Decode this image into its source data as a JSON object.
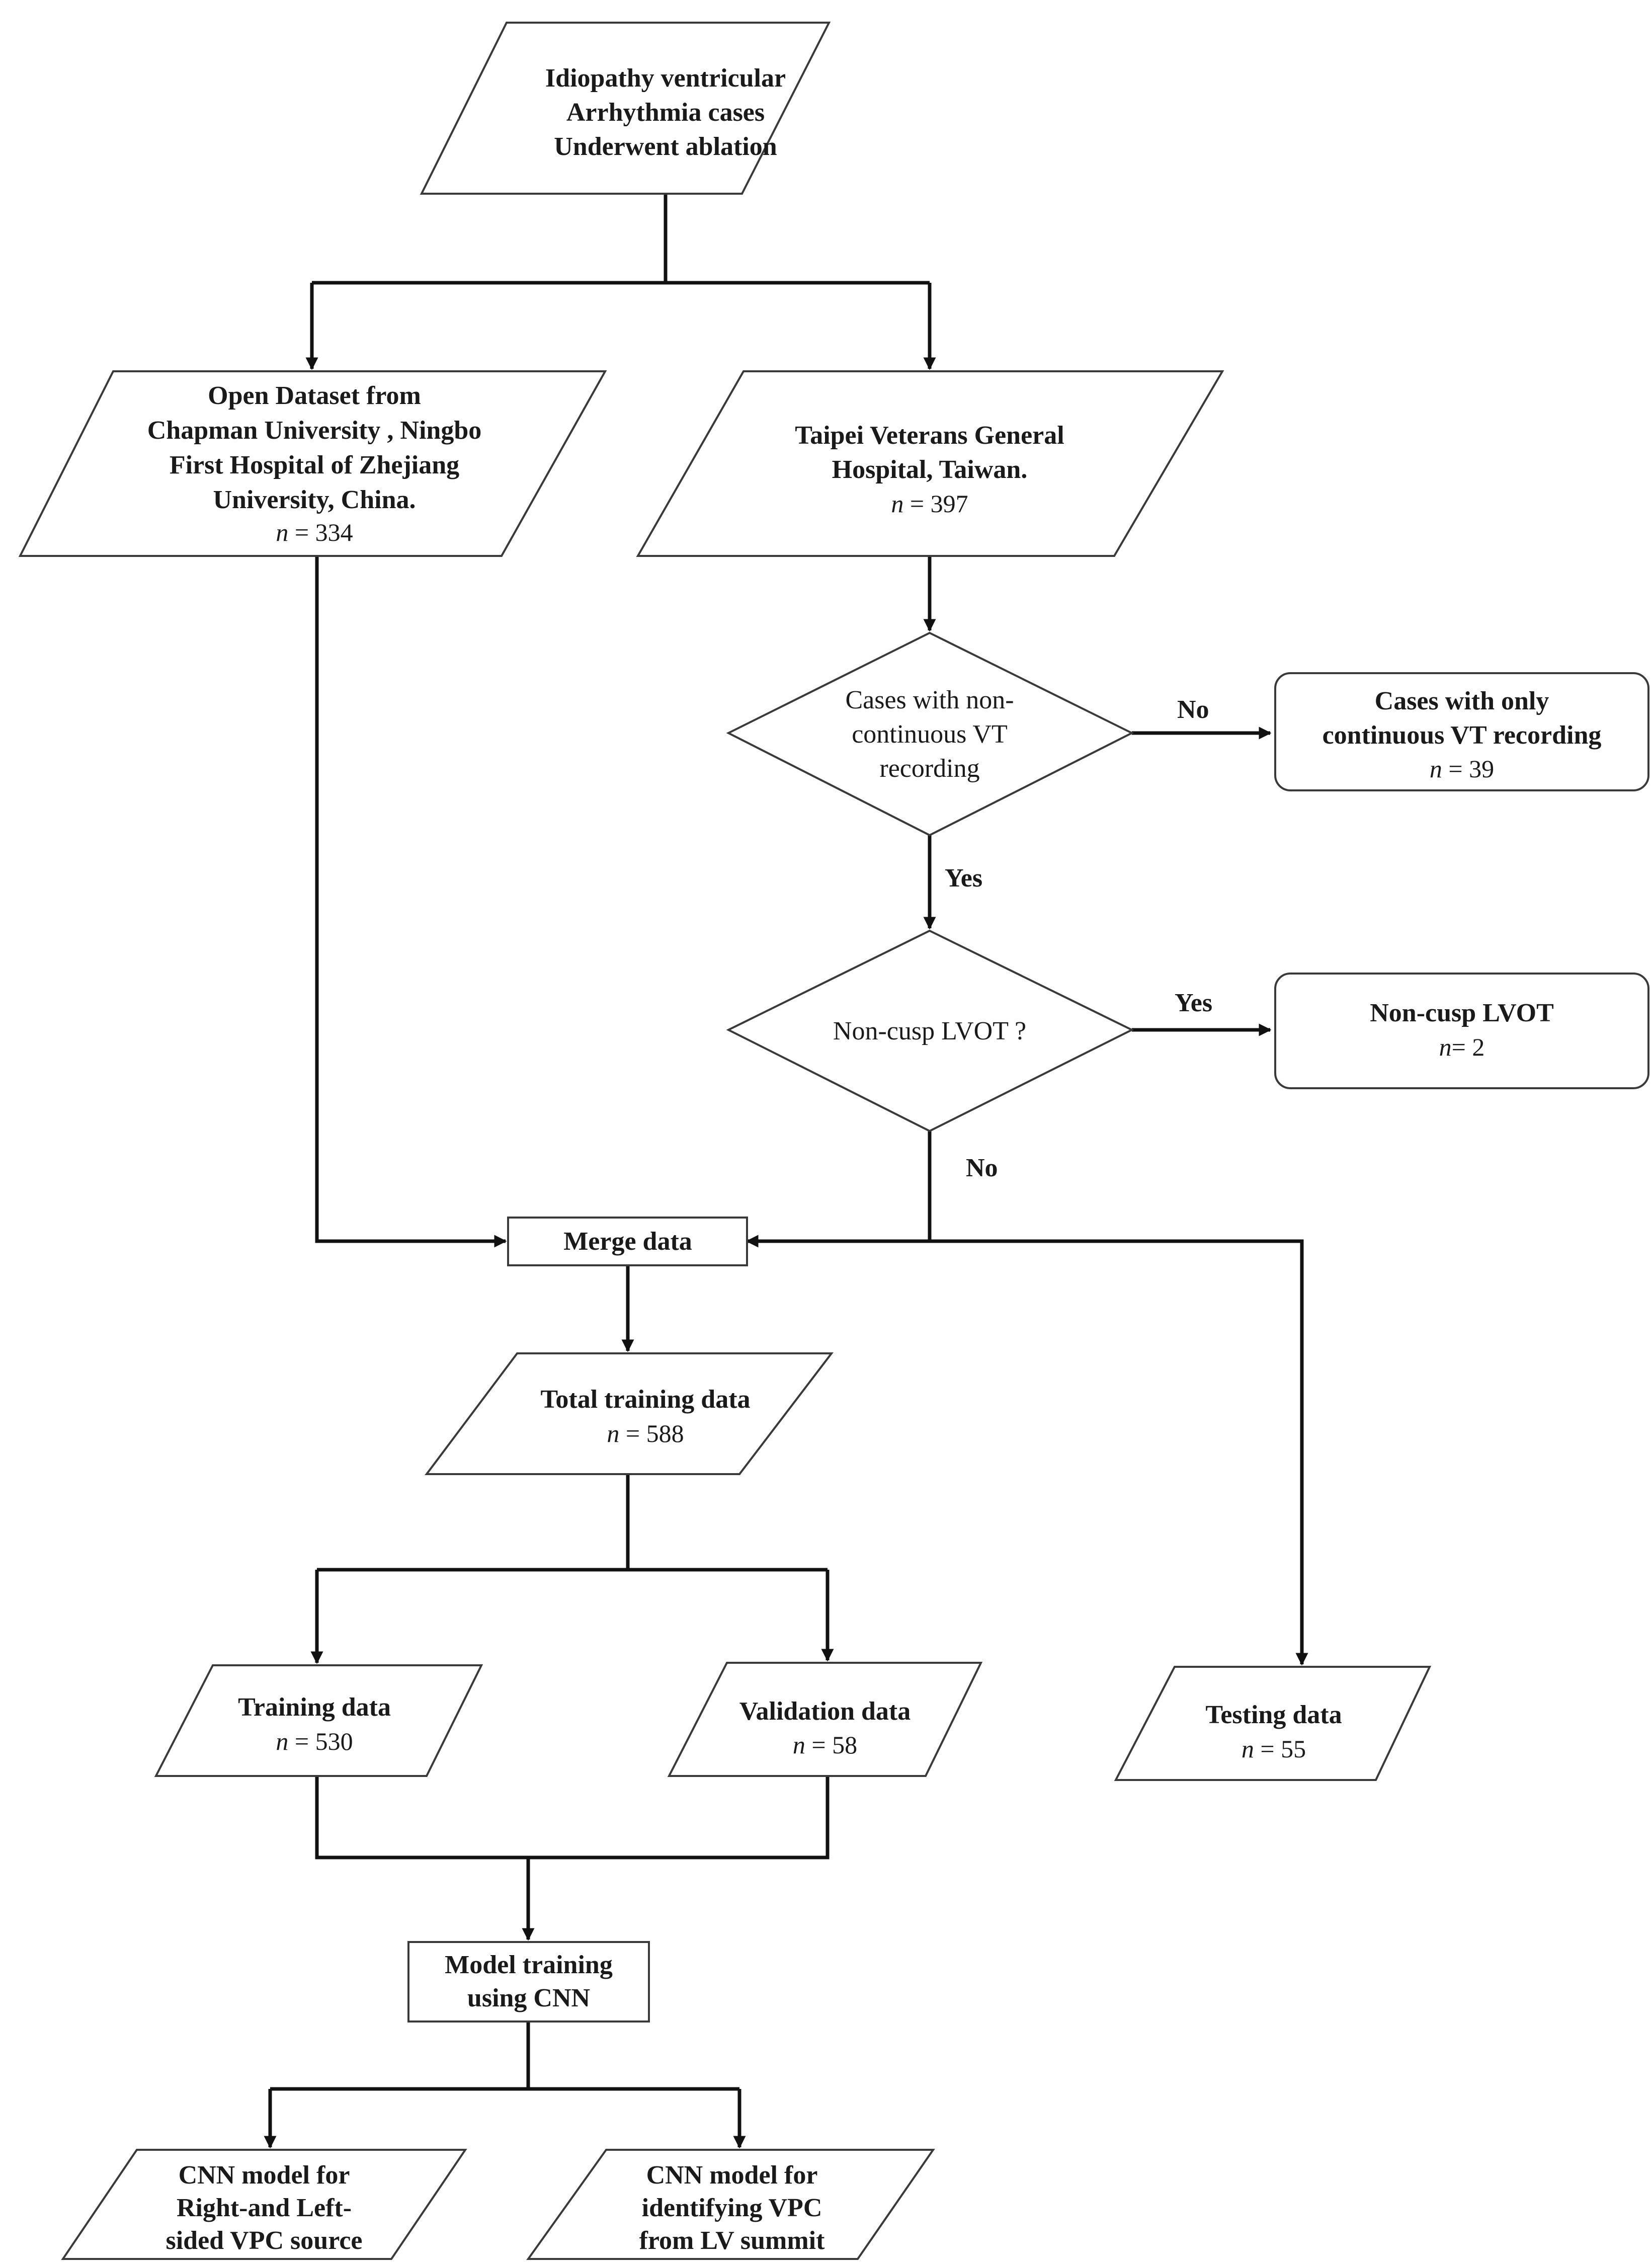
{
  "nodes": {
    "start": {
      "lines": [
        "Idiopathy ventricular",
        "Arrhythmia cases",
        "Underwent ablation"
      ]
    },
    "open_dataset": {
      "lines": [
        "Open Dataset from",
        "Chapman University , Ningbo",
        "First Hospital of Zhejiang",
        "University, China."
      ],
      "n_prefix": "n",
      "n_value": "= 334"
    },
    "taipei": {
      "lines": [
        "Taipei Veterans General",
        "Hospital, Taiwan."
      ],
      "n_prefix": "n",
      "n_value": "= 397"
    },
    "decision_noncontinuous": {
      "lines": [
        "Cases with non-",
        "continuous VT",
        "recording"
      ]
    },
    "only_continuous": {
      "lines": [
        "Cases with only",
        "continuous VT recording"
      ],
      "n_prefix": "n",
      "n_value": "= 39"
    },
    "decision_noncusp": {
      "lines": [
        "Non-cusp LVOT ?"
      ]
    },
    "noncusp_lvot": {
      "lines": [
        "Non-cusp LVOT"
      ],
      "n_prefix": "n",
      "n_value": "= 2"
    },
    "merge": {
      "lines": [
        "Merge data"
      ]
    },
    "total_training": {
      "lines": [
        "Total training data"
      ],
      "n_prefix": "n",
      "n_value": "= 588"
    },
    "training": {
      "lines": [
        "Training data"
      ],
      "n_prefix": "n",
      "n_value": "= 530"
    },
    "validation": {
      "lines": [
        "Validation data"
      ],
      "n_prefix": "n",
      "n_value": "= 58"
    },
    "testing": {
      "lines": [
        "Testing data"
      ],
      "n_prefix": "n",
      "n_value": "= 55"
    },
    "model_training": {
      "lines": [
        "Model training",
        "using CNN"
      ]
    },
    "cnn_right_left": {
      "lines": [
        "CNN model for",
        "Right-and Left-",
        "sided VPC source"
      ]
    },
    "cnn_lv_summit": {
      "lines": [
        "CNN model for",
        "identifying VPC",
        "from LV summit"
      ]
    }
  },
  "edge_labels": {
    "no_continuous": "No",
    "yes_noncontinuous": "Yes",
    "yes_noncusp": "Yes",
    "no_noncusp": "No"
  }
}
